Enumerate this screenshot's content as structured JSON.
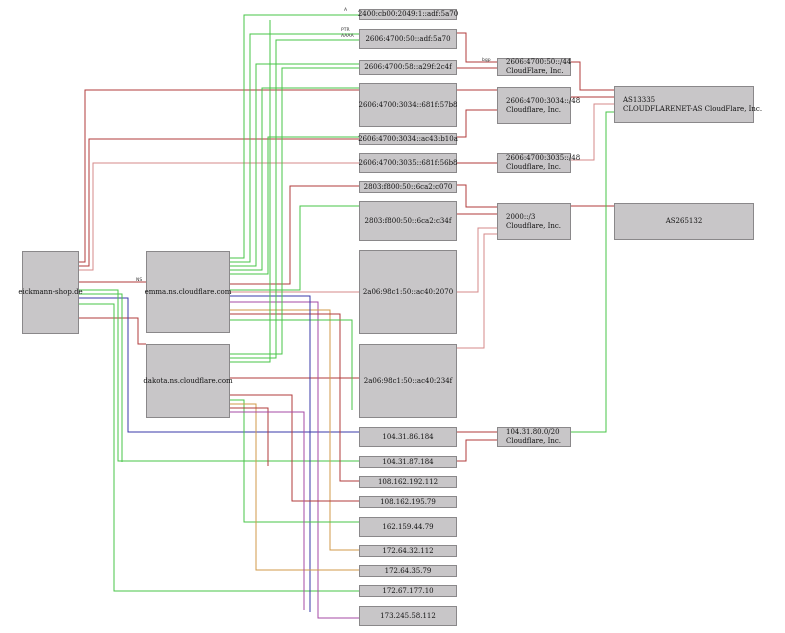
{
  "diagram": {
    "type": "dns-dependency-graph",
    "colors": {
      "red": "#b23b3b",
      "green": "#47c447",
      "blue": "#3a3aa8",
      "purple": "#a64aa6",
      "orange": "#d09a48",
      "lightred": "#d48a8a",
      "node_fill": "#c8c6c8",
      "node_border": "#8a888a"
    },
    "edge_labels": {
      "a": "A",
      "aaaa": "AAAA",
      "ptr": "PTR",
      "ns": "NS",
      "bgp": "bgp"
    },
    "nodes": {
      "domain": "eickmann-shop.de",
      "ns_emma": "emma.ns.cloudflare.com",
      "ns_dakota": "dakota.ns.cloudflare.com",
      "ip6_1": "2400:cb00:2049:1::adf:5a70",
      "ip6_2": "2606:4700:50::adf:5a70",
      "ip6_3": "2606:4700:58::a29f:2c4f",
      "ip6_4": "2606:4700:3034::681f:57b8",
      "ip6_5": "2606:4700:3034::ac43:b10a",
      "ip6_6": "2606:4700:3035::681f:56b8",
      "ip6_7": "2803:f800:50::6ca2:c070",
      "ip6_8": "2803:f800:50::6ca2:c34f",
      "ip6_9": "2a06:98c1:50::ac40:2070",
      "ip6_10": "2a06:98c1:50::ac40:234f",
      "ip4_1": "104.31.86.184",
      "ip4_2": "104.31.87.184",
      "ip4_3": "108.162.192.112",
      "ip4_4": "108.162.195.79",
      "ip4_5": "162.159.44.79",
      "ip4_6": "172.64.32.112",
      "ip4_7": "172.64.35.79",
      "ip4_8": "172.67.177.10",
      "ip4_9": "173.245.58.112",
      "pfx_1_l1": "2606:4700:50::/44",
      "pfx_1_l2": "CloudFlare, Inc.",
      "pfx_2_l1": "2606:4700:3034::/48",
      "pfx_2_l2": "Cloudflare, Inc.",
      "pfx_3_l1": "2606:4700:3035::/48",
      "pfx_3_l2": "Cloudflare, Inc.",
      "pfx_4_l1": "2000::/3",
      "pfx_4_l2": "Cloudflare, Inc.",
      "pfx_5_l1": "104.31.80.0/20",
      "pfx_5_l2": "Cloudflare, Inc.",
      "as_1_l1": "AS13335",
      "as_1_l2": "CLOUDFLARENET-AS CloudFlare, Inc.",
      "as_2": "AS265132"
    }
  }
}
